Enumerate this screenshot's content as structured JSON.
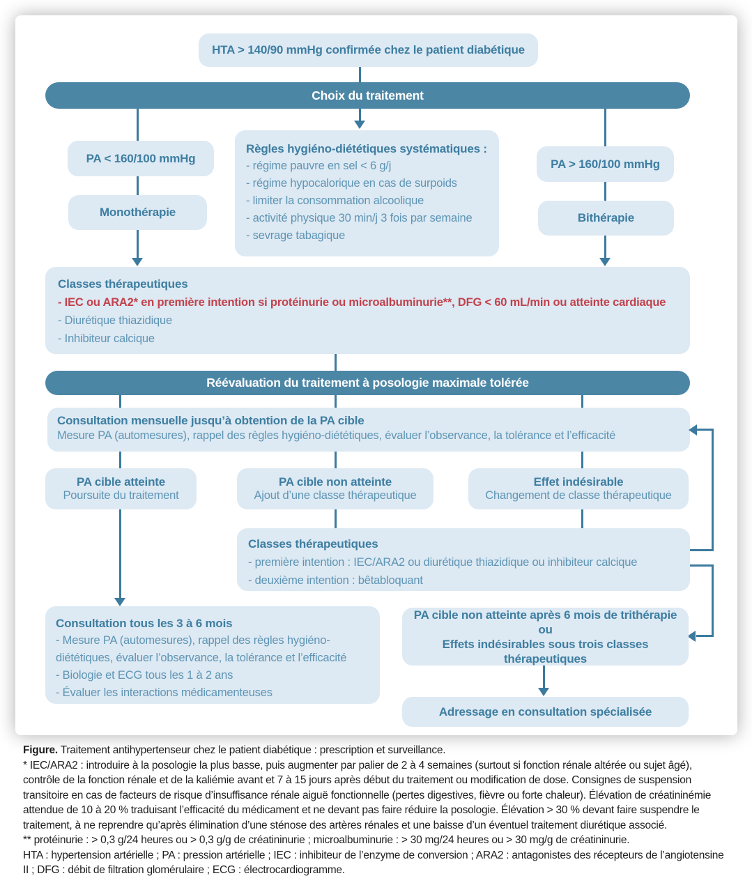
{
  "palette": {
    "bar_bg": "#4C86A5",
    "box_bg": "#DDE9F3",
    "heading_text": "#3E7EA1",
    "body_text": "#5E95B4",
    "alert_text": "#C2424C",
    "connector": "#3C7A9E",
    "footer_text": "#1E1E1E"
  },
  "flowchart": {
    "top_box": "HTA > 140/90 mmHg confirmée chez le patient diabétique",
    "bar_choice": "Choix du traitement",
    "left_branch": {
      "condition": "PA < 160/100 mmHg",
      "therapy": "Monothérapie"
    },
    "middle_branch": {
      "title": "Règles hygiéno-diététiques systématiques :",
      "items": [
        "- régime pauvre en sel < 6 g/j",
        "- régime hypocalorique en cas de surpoids",
        "- limiter la consommation alcoolique",
        "- activité physique 30 min/j 3 fois par semaine",
        "- sevrage tabagique"
      ]
    },
    "right_branch": {
      "condition": "PA > 160/100 mmHg",
      "therapy": "Bithérapie"
    },
    "classes_first": {
      "title": "Classes thérapeutiques",
      "highlight": "- IEC ou ARA2* en première intention si protéinurie ou microalbuminurie**, DFG < 60 mL/min ou atteinte cardiaque",
      "items": [
        "- Diurétique thiazidique",
        "- Inhibiteur calcique"
      ]
    },
    "bar_reevaluation": "Réévaluation du traitement à posologie maximale tolérée",
    "monthly_visit": {
      "title": "Consultation mensuelle jusqu’à obtention de la PA cible",
      "body": "Mesure PA (automesures), rappel des règles hygiéno-diététiques, évaluer l’observance, la tolérance et l’efficacité"
    },
    "outcomes": [
      {
        "title": "PA cible atteinte",
        "body": "Poursuite du traitement"
      },
      {
        "title": "PA cible non atteinte",
        "body": "Ajout d’une classe thérapeutique"
      },
      {
        "title": "Effet indésirable",
        "body": "Changement de classe thérapeutique"
      }
    ],
    "classes_second": {
      "title": "Classes thérapeutiques",
      "items": [
        "- première intention : IEC/ARA2 ou diurétique thiazidique ou inhibiteur calcique",
        "- deuxième intention : bêtabloquant"
      ]
    },
    "followup_visit": {
      "title": "Consultation tous les 3 à 6 mois",
      "items": [
        "- Mesure PA (automesures), rappel des règles hygiéno-diététiques, évaluer l’observance, la tolérance et l’efficacité",
        "- Biologie et ECG tous les 1 à 2 ans",
        "- Évaluer les interactions médicamenteuses"
      ]
    },
    "tritherapy_failure": {
      "line1": "PA cible non atteinte après 6 mois de trithérapie",
      "line2": "ou",
      "line3": "Effets indésirables sous trois classes thérapeutiques"
    },
    "referral": "Adressage en consultation spécialisée"
  },
  "footer": {
    "label": "Figure.",
    "caption": " Traitement antihypertenseur chez le patient diabétique : prescription et surveillance.",
    "notes": [
      "* IEC/ARA2 : introduire à la posologie la plus basse, puis augmenter par palier de 2 à 4 semaines (surtout si fonction rénale altérée ou sujet âgé), contrôle de la fonction rénale et de la kaliémie avant et 7 à 15 jours après début du traitement ou modification de dose. Consignes de suspension transitoire en cas de facteurs de risque d’insuffisance rénale aiguë fonctionnelle (pertes digestives, fièvre ou forte chaleur). Élévation de créatininémie attendue de 10 à 20 % traduisant l’efficacité du médicament et ne devant pas faire réduire la posologie. Élévation > 30 % devant faire suspendre le traitement, à ne reprendre qu’après élimination d’une sténose des artères rénales et une baisse d’un éventuel traitement diurétique associé.",
      "** protéinurie : > 0,3 g/24 heures ou > 0,3 g/g de créatininurie ; microalbuminurie : > 30 mg/24 heures ou > 30 mg/g de créatininurie.",
      "HTA : hypertension artérielle ; PA : pression artérielle ; IEC : inhibiteur de l’enzyme de conversion ; ARA2 : antagonistes des récepteurs de l’angiotensine II ; DFG : débit de filtration glomérulaire ; ECG : électrocardiogramme."
    ]
  }
}
